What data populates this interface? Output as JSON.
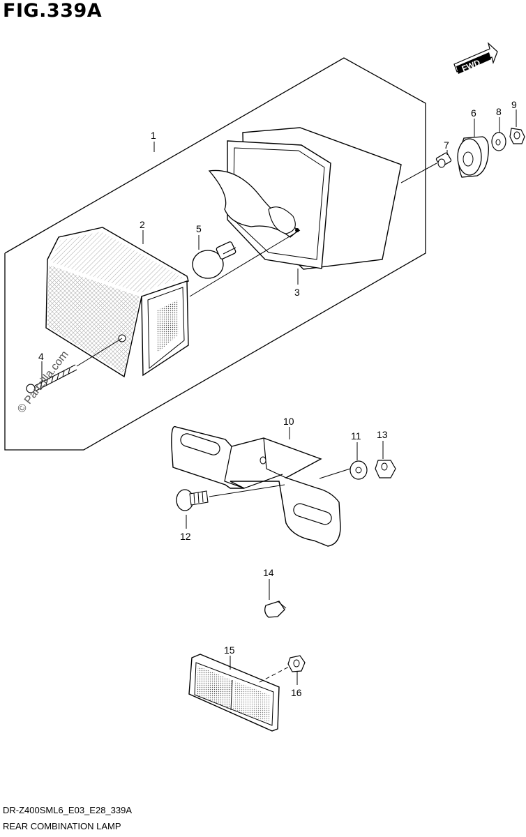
{
  "figure": {
    "title": "FIG.339A"
  },
  "fwd_label": "FWD",
  "watermark": "© Partzilla.com",
  "footer": {
    "code": "DR-Z400SML6_E03_E28_339A",
    "name": "REAR COMBINATION LAMP"
  },
  "callouts": {
    "c1": "1",
    "c2": "2",
    "c3": "3",
    "c4": "4",
    "c5": "5",
    "c6": "6",
    "c7": "7",
    "c8": "8",
    "c9": "9",
    "c10": "10",
    "c11": "11",
    "c12": "12",
    "c13": "13",
    "c14": "14",
    "c15": "15",
    "c16": "16"
  }
}
